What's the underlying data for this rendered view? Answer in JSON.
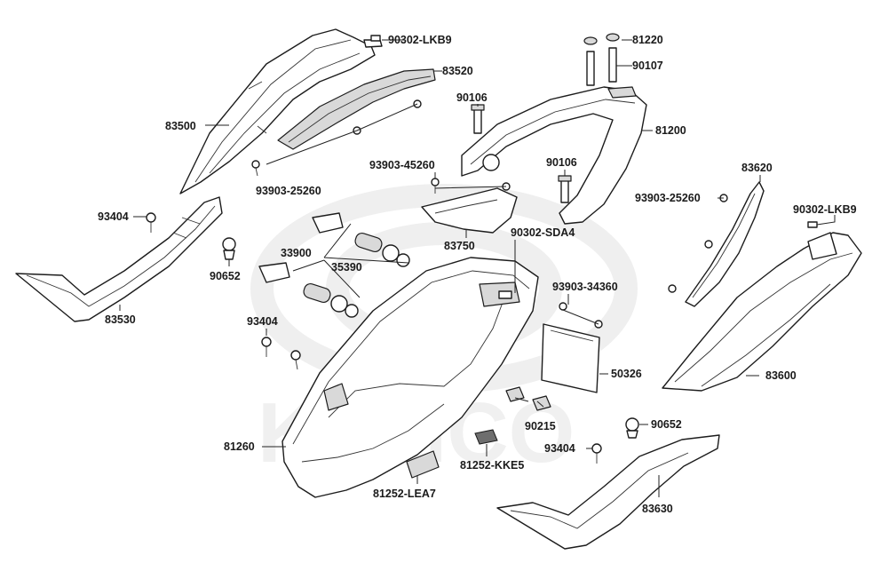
{
  "labels": {
    "p90302_lkb9_top": "90302-LKB9",
    "p83520": "83520",
    "p83500": "83500",
    "p93903_25260_left": "93903-25260",
    "p93404_left": "93404",
    "p90652_left": "90652",
    "p83530": "83530",
    "p33900": "33900",
    "p35390": "35390",
    "p93404_mid": "93404",
    "p81220": "81220",
    "p90107": "90107",
    "p90106_top": "90106",
    "p81200": "81200",
    "p93903_45260": "93903-45260",
    "p90106_mid": "90106",
    "p83750": "83750",
    "p90302_sda4": "90302-SDA4",
    "p83620": "83620",
    "p93903_25260_right": "93903-25260",
    "p90302_lkb9_right": "90302-LKB9",
    "p93903_34360": "93903-34360",
    "p50326": "50326",
    "p83600": "83600",
    "p90215": "90215",
    "p81260": "81260",
    "p90652_right": "90652",
    "p93404_right": "93404",
    "p81252_kke5": "81252-KKE5",
    "p81252_lea7": "81252-LEA7",
    "p83630": "83630"
  },
  "watermark": {
    "brand_text": "KYMCO"
  },
  "colors": {
    "line": "#1c1c1c",
    "watermark": "#efefef",
    "background": "#ffffff"
  }
}
